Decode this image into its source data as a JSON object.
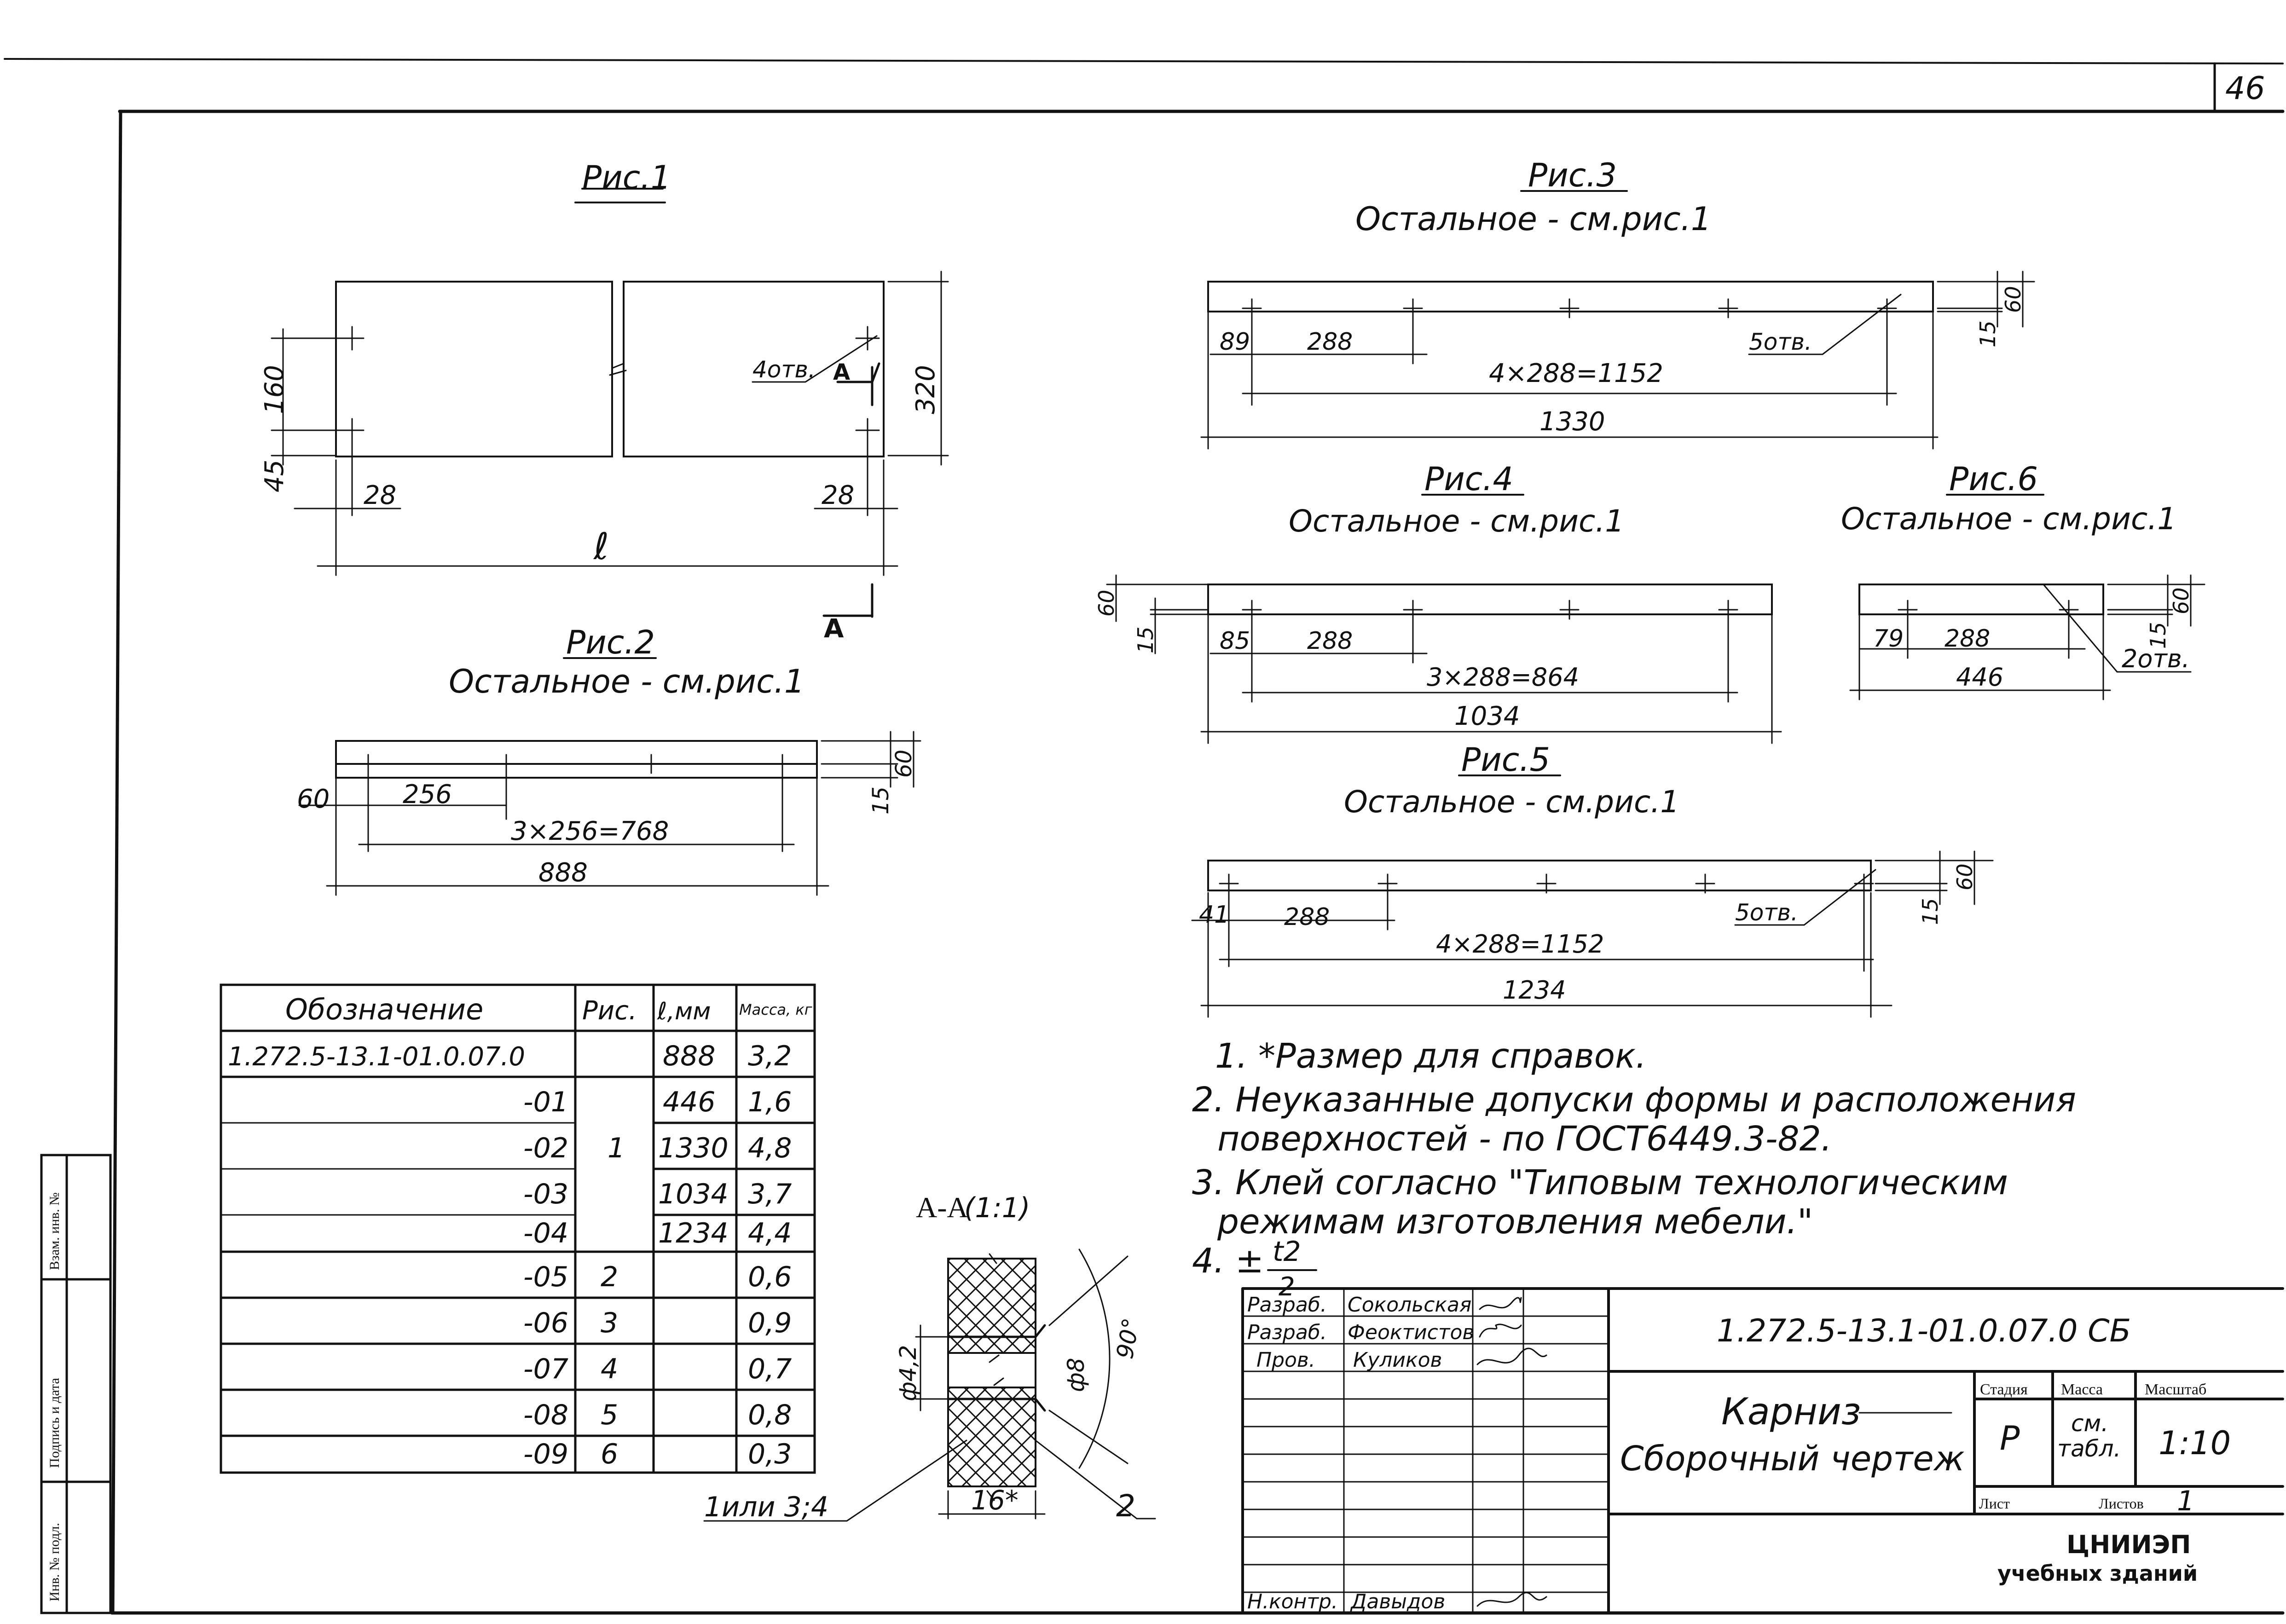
{
  "sheet_number": "46",
  "fig1": {
    "title": "Рис.1",
    "dim_160": "160",
    "dim_45": "45",
    "dim_28_left": "28",
    "dim_28_right": "28",
    "dim_320": "320",
    "dim_l": "ℓ",
    "holes_note": "4отв.",
    "section_mark": "А",
    "section_mark_bottom": "А"
  },
  "fig2": {
    "title": "Рис.2",
    "subtitle": "Остальное - см.рис.1",
    "dim_60_left": "60",
    "dim_256": "256",
    "dim_pitch": "3×256=768",
    "dim_total": "888",
    "dim_15": "15",
    "dim_60_right": "60"
  },
  "fig3": {
    "title": "Рис.3",
    "subtitle": "Остальное - см.рис.1",
    "dim_89": "89",
    "dim_288": "288",
    "dim_pitch": "4×288=1152",
    "dim_total": "1330",
    "holes_note": "5отв.",
    "dim_15": "15",
    "dim_60": "60"
  },
  "fig4": {
    "title": "Рис.4",
    "subtitle": "Остальное - см.рис.1",
    "dim_60": "60",
    "dim_15": "15",
    "dim_85": "85",
    "dim_288": "288",
    "dim_pitch": "3×288=864",
    "dim_total": "1034"
  },
  "fig5": {
    "title": "Рис.5",
    "subtitle": "Остальное - см.рис.1",
    "dim_41": "41",
    "dim_288": "288",
    "dim_pitch": "4×288=1152",
    "dim_total": "1234",
    "holes_note": "5отв.",
    "dim_15": "15",
    "dim_60": "60"
  },
  "fig6": {
    "title": "Рис.6",
    "subtitle": "Остальное - см.рис.1",
    "dim_79": "79",
    "dim_288": "288",
    "dim_total": "446",
    "holes_note": "2отв.",
    "dim_15": "15",
    "dim_60": "60"
  },
  "section": {
    "title": "А-А",
    "scale": "(1:1)",
    "dim_d42": "ф4,2",
    "dim_d8": "ф8",
    "dim_angle": "90°",
    "dim_16": "16*",
    "leader_1": "1или 3;4",
    "leader_2": "2"
  },
  "spec_table": {
    "headers": [
      "Обозначение",
      "Рис.",
      "ℓ,мм",
      "Масса, кг"
    ],
    "rows": [
      {
        "designation": "1.272.5-13.1-01.0.07.0",
        "fig": "",
        "length": "888",
        "mass": "3,2"
      },
      {
        "designation": "-01",
        "fig": "",
        "length": "446",
        "mass": "1,6"
      },
      {
        "designation": "-02",
        "fig": "1",
        "length": "1330",
        "mass": "4,8"
      },
      {
        "designation": "-03",
        "fig": "",
        "length": "1034",
        "mass": "3,7"
      },
      {
        "designation": "-04",
        "fig": "",
        "length": "1234",
        "mass": "4,4"
      },
      {
        "designation": "-05",
        "fig": "2",
        "length": "",
        "mass": "0,6"
      },
      {
        "designation": "-06",
        "fig": "3",
        "length": "",
        "mass": "0,9"
      },
      {
        "designation": "-07",
        "fig": "4",
        "length": "",
        "mass": "0,7"
      },
      {
        "designation": "-08",
        "fig": "5",
        "length": "",
        "mass": "0,8"
      },
      {
        "designation": "-09",
        "fig": "6",
        "length": "",
        "mass": "0,3"
      }
    ]
  },
  "notes": {
    "n1": "1. *Размер для справок.",
    "n2a": "2. Неуказанные допуски формы и расположения",
    "n2b": "поверхностей - по ГОСТ6449.3-82.",
    "n3a": "3. Клей согласно \"Типовым технологическим",
    "n3b": "режимам изготовления мебели.\"",
    "n4_prefix": "4. ±",
    "n4_num": "t2",
    "n4_den": "2"
  },
  "title_block": {
    "roles": [
      "Разраб.",
      "Разраб.",
      "Пров.",
      "Н.контр."
    ],
    "names": [
      "Сокольская",
      "Феоктистов",
      "Куликов",
      "Давыдов"
    ],
    "document_code": "1.272.5-13.1-01.0.07.0 СБ",
    "name_line1": "Карниз",
    "name_line2": "Сборочный чертеж",
    "stage_header": "Стадия",
    "mass_header": "Масса",
    "scale_header": "Масштаб",
    "stage_value": "Р",
    "mass_value_1": "см.",
    "mass_value_2": "табл.",
    "scale_value": "1:10",
    "sheet_label": "Лист",
    "sheets_label": "Листов",
    "sheets_value": "1",
    "org_line1": "ЦНИИЭП",
    "org_line2": "учебных зданий"
  },
  "side_stamp": {
    "inv_no": "Инв. № подл.",
    "signature_date": "Подпись и дата",
    "replaced_inv": "Взам. инв. №"
  }
}
